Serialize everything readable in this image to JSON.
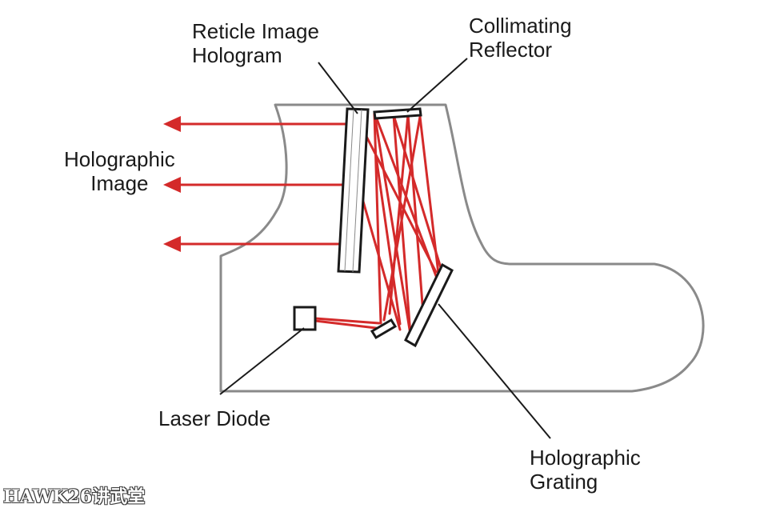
{
  "labels": {
    "reticle_hologram": [
      "Reticle Image",
      "Hologram"
    ],
    "collimating_reflector": [
      "Collimating",
      "Reflector"
    ],
    "holographic_image": [
      "Holographic",
      "Image"
    ],
    "laser_diode": "Laser Diode",
    "holographic_grating": [
      "Holographic",
      "Grating"
    ]
  },
  "watermark": "HAWK26讲武堂",
  "colors": {
    "beam": "#d42a2a",
    "housing": "#8a8a8a",
    "component": "#1a1a1a",
    "leader": "#1a1a1a"
  }
}
